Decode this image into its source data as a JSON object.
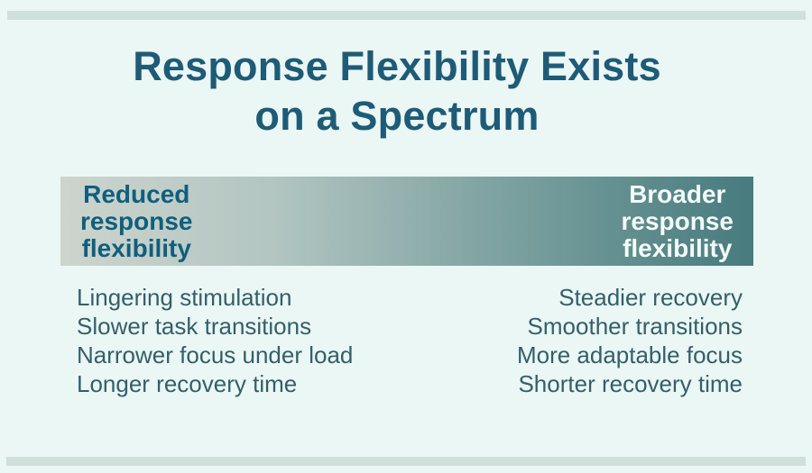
{
  "header": {
    "title_line1": "Response Flexibility Exists",
    "title_line2": "on a Spectrum"
  },
  "spectrum_bar": {
    "left_label": {
      "lines": [
        "Reduced",
        "response",
        "flexibility"
      ]
    },
    "right_label": {
      "lines": [
        "Broader",
        "response",
        "flexibility"
      ]
    },
    "gradient_start_color": "#cdd4cd",
    "gradient_end_color": "#477b7e"
  },
  "comparison": {
    "left_items": [
      "Lingering stimulation",
      "Slower task transitions",
      "Narrower focus under load",
      "Longer recovery time"
    ],
    "right_items": [
      "Steadier recovery",
      "Smoother transitions",
      "More adaptable focus",
      "Shorter recovery time"
    ]
  },
  "colors": {
    "background": "#ebf7f4",
    "divider": "#cfe0da",
    "title_text": "#1e5b77",
    "left_label_text": "#0f5f7e",
    "right_label_text": "#f4fbf9",
    "body_text": "#335f6b"
  }
}
